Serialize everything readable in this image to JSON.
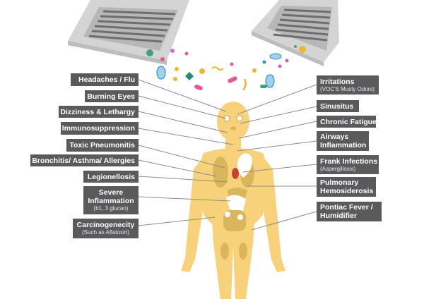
{
  "labels": {
    "headaches": {
      "main": "Headaches /  Flu"
    },
    "burning_eyes": {
      "main": "Burning Eyes"
    },
    "dizziness": {
      "main": "Dizziness & Lethargy"
    },
    "immuno": {
      "main": "Immunosuppression"
    },
    "toxic": {
      "main": "Toxic Pneumonitis"
    },
    "bronchitis": {
      "main": "Bronchitis/ Asthma/ Allergies"
    },
    "legionellosis": {
      "main": "Legionellosis"
    },
    "severe": {
      "main1": "Severe",
      "main2": "Inflammation",
      "sub": "(b1, 3 glucan)"
    },
    "carcino": {
      "main": "Carcinogenecity",
      "sub": "(Such as Aflatoxin)"
    },
    "irritations": {
      "main": "Irritations",
      "sub": "(VOC'S Musty Odors)"
    },
    "sinusitus": {
      "main": "Sinusitus"
    },
    "chronic": {
      "main": "Chronic Fatigue"
    },
    "airways": {
      "main1": "Airways",
      "main2": "Inflammation"
    },
    "frank": {
      "main": "Frank Infections",
      "sub": "(Aspergillosis)"
    },
    "pulmonary": {
      "main1": "Pulmonary",
      "main2": "Hemosiderosis"
    },
    "pontiac": {
      "main1": "Pontiac Fever /",
      "main2": "Humidifier"
    }
  },
  "colors": {
    "label_bg": "#5a5a5c",
    "body": "#f7d27a",
    "organ": "#d9b55c",
    "line": "#8c8c8c",
    "unit": "#d9d9d9",
    "vent": "#6e6e6e"
  },
  "icons": [
    "ac-unit-icon",
    "bacteria-icon",
    "human-body-icon"
  ]
}
